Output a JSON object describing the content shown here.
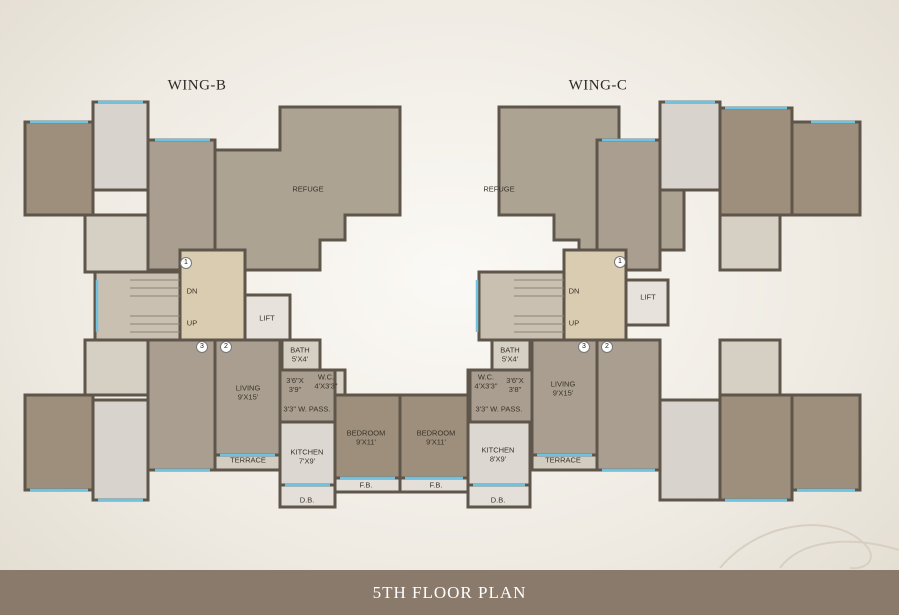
{
  "wings": {
    "left": "WING-B",
    "right": "WING-C"
  },
  "footer_title": "5TH FLOOR PLAN",
  "colors": {
    "room": "#a99e8f",
    "refuge": "#ada393",
    "wall": "#5e554b",
    "footer": "#8a7a6b",
    "window": "#6fc3e0"
  },
  "rooms": {
    "refuge": "REFUGE",
    "lift": "LIFT",
    "dn": "DN",
    "up": "UP",
    "bath": "BATH",
    "bath_size": "5'X4'",
    "wc": "W.C.",
    "wc_size": "4'X3'3\"",
    "nook_left": "3'6\"X\n3'9\"",
    "nook_right": "3'6\"X\n3'8\"",
    "passage": "3'3\" W. PASS.",
    "living": "LIVING",
    "living_size": "9'X15'",
    "terrace": "TERRACE",
    "kitchen": "KITCHEN",
    "kitchen_left_size": "7'X9'",
    "kitchen_right_size": "8'X9'",
    "bedroom": "BEDROOM",
    "bedroom_size": "9'X11'",
    "fb": "F.B.",
    "db": "D.B."
  },
  "door_numbers": [
    "1",
    "2",
    "3"
  ]
}
